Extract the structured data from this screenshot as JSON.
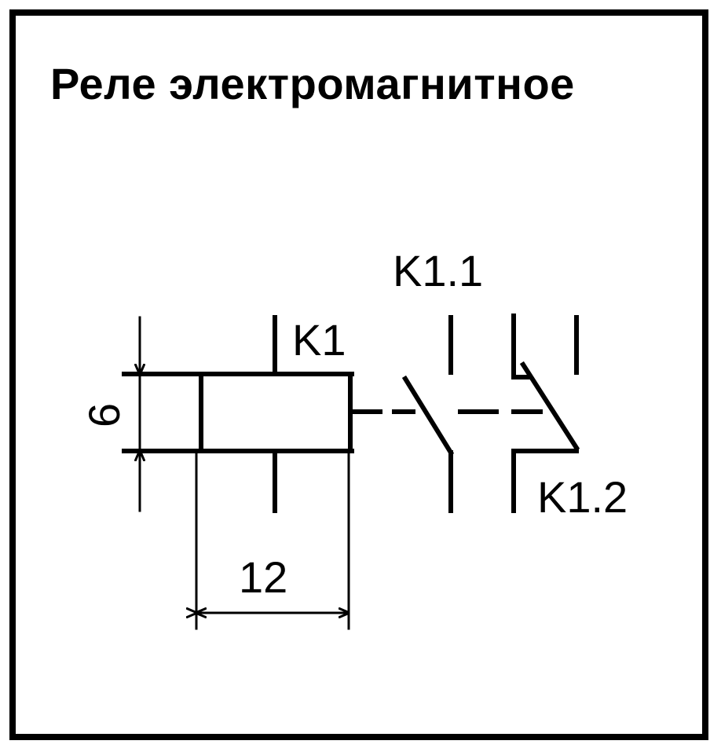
{
  "title": "Реле электромагнитное",
  "labels": {
    "coil": "K1",
    "contact_1": "K1.1",
    "contact_2": "K1.2"
  },
  "dimensions": {
    "height": "6",
    "width": "12"
  },
  "colors": {
    "line": "#000000",
    "background": "#ffffff"
  }
}
